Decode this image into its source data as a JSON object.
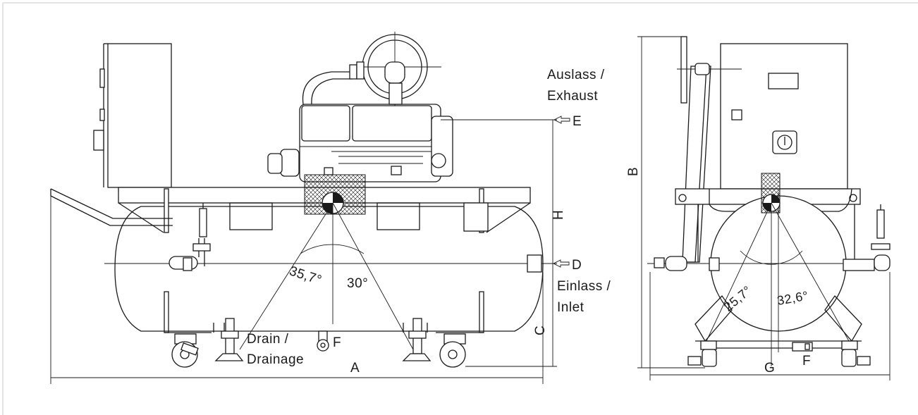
{
  "colors": {
    "line": "#1a1a1a",
    "background": "#ffffff",
    "frame": "#c8c8c8"
  },
  "side_view": {
    "outlet": {
      "line1": "Auslass /",
      "line2": "Exhaust",
      "marker": "E"
    },
    "inlet": {
      "marker": "D",
      "line1": "Einlass /",
      "line2": "Inlet"
    },
    "drain": {
      "line1": "Drain /",
      "line2": "Drainage",
      "marker": "F"
    },
    "angle_left": "35,7°",
    "angle_right": "30°",
    "dim_length": "A",
    "dim_height": "H",
    "dim_center": "C"
  },
  "front_view": {
    "dim_height": "B",
    "angle_left": "25,7°",
    "angle_right": "32,6°",
    "dim_width": "G",
    "drain_marker": "F"
  }
}
